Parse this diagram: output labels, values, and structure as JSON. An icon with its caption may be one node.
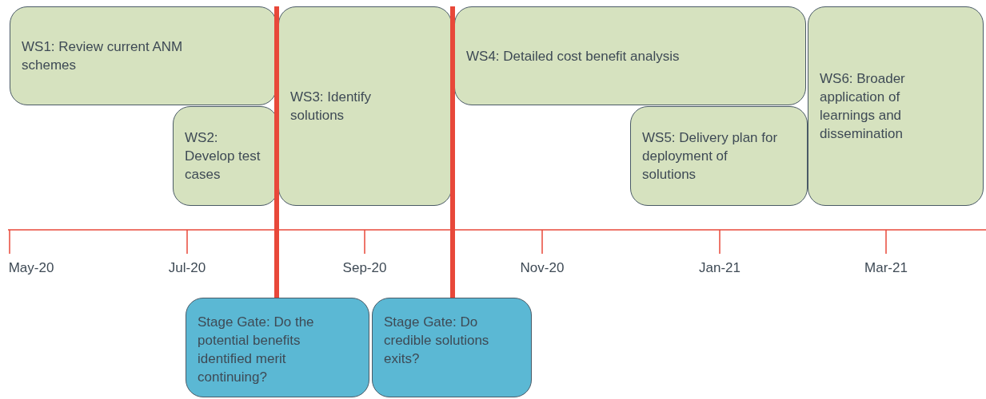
{
  "diagram": {
    "nodes": [
      {
        "text": [
          "WS1: Review current ANM schemes"
        ]
      },
      {
        "text": [
          "WS2: Develop test cases"
        ]
      },
      {
        "text": [
          "WS3: Identify solutions"
        ]
      },
      {
        "text": [
          "WS4: Detailed cost benefit analysis"
        ]
      },
      {
        "text": [
          "WS5: Delivery plan for deployment  of solutions"
        ]
      },
      {
        "text": [
          "WS6: Broader application of learnings and dissemination"
        ]
      },
      {
        "text": [
          "Stage Gate: Do the potential benefits identified merit continuing?"
        ]
      },
      {
        "text": [
          "Stage Gate: Do credible solutions exits?"
        ]
      }
    ],
    "edges": [
      {
        "from": 6,
        "to": 0,
        "arrow": "none"
      },
      {
        "from": 7,
        "to": 2,
        "arrow": "none"
      }
    ],
    "labels": [
      "May-20",
      "Jul-20",
      "Sep-20",
      "Nov-20",
      "Jan-21",
      "Mar-21"
    ]
  }
}
